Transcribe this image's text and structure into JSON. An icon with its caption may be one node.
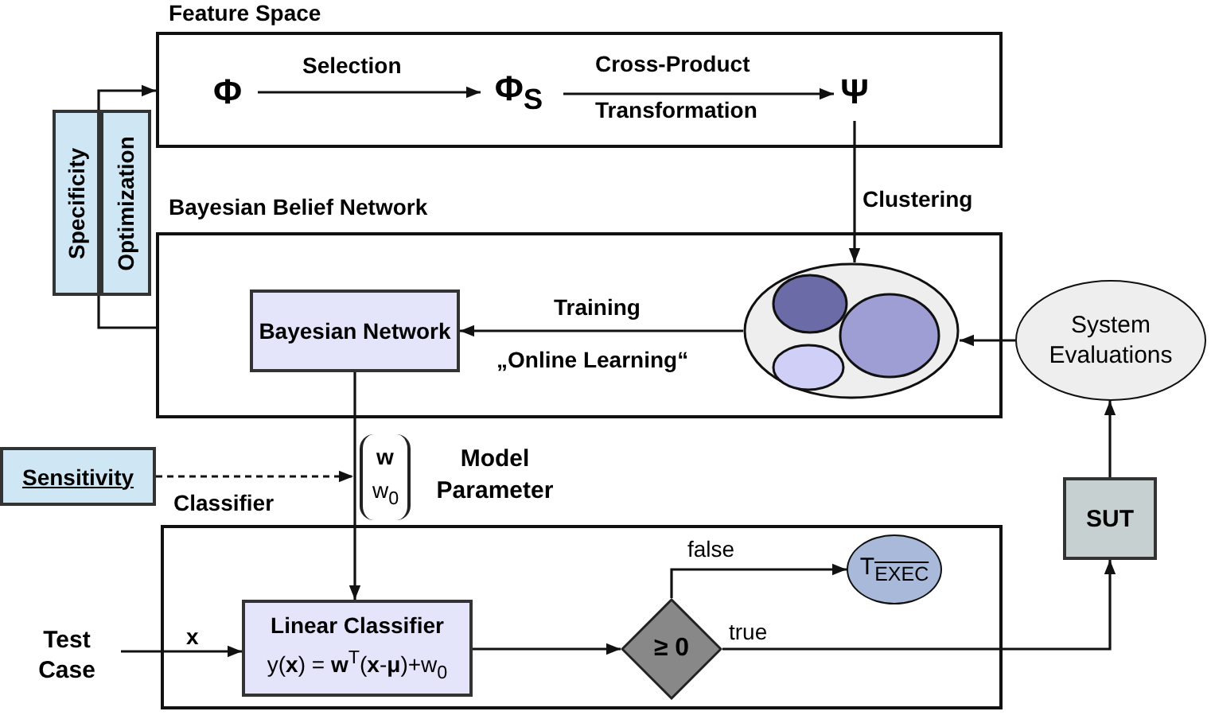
{
  "diagram": {
    "nodes": [
      {
        "text": [
          "Feature Space"
        ]
      },
      {
        "text": [
          "Φ"
        ],
        "in": 0
      },
      {
        "text": [
          "Φ$_{S}$"
        ],
        "in": 0
      },
      {
        "text": [
          "Ψ"
        ],
        "in": 0
      },
      {
        "text": [
          "Bayesian Belief Network"
        ]
      },
      {
        "text": [
          "Bayesian Network"
        ],
        "in": 4
      },
      {
        "text": [],
        "shape": "ellipse",
        "in": 4
      },
      {
        "text": [
          "System Evaluations"
        ]
      },
      {
        "text": [
          "Specificity"
        ]
      },
      {
        "text": [
          "Optimization"
        ]
      },
      {
        "text": [
          "Sensitivity"
        ]
      },
      {
        "text": [
          "**w** w$_{0}$"
        ],
        "beside": [
          "Model Parameter"
        ]
      },
      {
        "text": [
          "Classifier"
        ]
      },
      {
        "text": [
          "Linear Classifier",
          "y(**x**) = **w**$^{T}$(**x**-**μ**)+w$_{0}$"
        ],
        "in": 12
      },
      {
        "text": [
          "Test Case"
        ]
      },
      {
        "text": [
          "≥ 0"
        ],
        "in": 12
      },
      {
        "text": [
          "T$_{EXEC}$"
        ],
        "in": 12
      },
      {
        "text": [
          "SUT"
        ]
      }
    ],
    "edges": [
      {
        "from": 1,
        "to": 2,
        "arrow": "to",
        "label": "Selection"
      },
      {
        "from": 2,
        "to": 3,
        "arrow": "to",
        "label": "Cross-Product"
      },
      {
        "from": 3,
        "to": 6,
        "arrow": "to",
        "label": "Clustering"
      },
      {
        "from": 6,
        "to": 5,
        "arrow": "to",
        "label": "Training"
      },
      {
        "from": 7,
        "to": 6,
        "arrow": "to"
      },
      {
        "from": 5,
        "to": 13,
        "arrow": "to"
      },
      {
        "from": 10,
        "to": 11,
        "arrow": "to",
        "style": "dashed"
      },
      {
        "from": 14,
        "to": 13,
        "arrow": "to",
        "label": "x"
      },
      {
        "from": 13,
        "to": 15,
        "arrow": "to"
      },
      {
        "from": 15,
        "to": 16,
        "arrow": "to",
        "label": "false"
      },
      {
        "from": 15,
        "to": 17,
        "arrow": "to",
        "label": "true"
      },
      {
        "from": 17,
        "to": 7,
        "arrow": "to"
      },
      {
        "from": 4,
        "to": 0,
        "arrow": "to"
      }
    ],
    "labels": [
      "Transformation",
      "„Online Learning“"
    ]
  }
}
